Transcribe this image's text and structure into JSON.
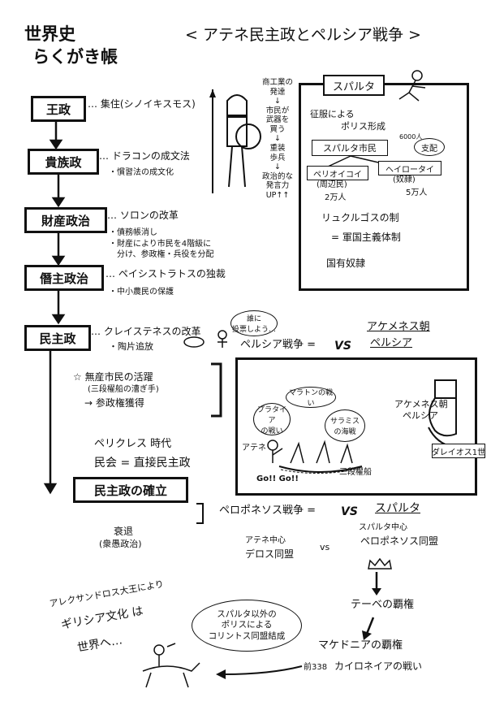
{
  "logo": {
    "line1": "世界史",
    "line2": "らくがき帳"
  },
  "page_title": "< アテネ民主政とペルシア戦争 >",
  "timeline": {
    "stages": [
      {
        "label": "王政",
        "desc": "… 集住(シノイキスモス)",
        "notes": []
      },
      {
        "label": "貴族政",
        "desc": "… ドラコンの成文法",
        "notes": [
          "・慣習法の成文化"
        ]
      },
      {
        "label": "財産政治",
        "desc": "… ソロンの改革",
        "notes": [
          "・債務帳消し",
          "・財産により市民を4階級に",
          "　分け、参政権・兵役を分配"
        ]
      },
      {
        "label": "僭主政治",
        "desc": "… ペイシストラトスの独裁",
        "notes": [
          "・中小農民の保護"
        ]
      },
      {
        "label": "民主政",
        "desc": "… クレイステネスの改革",
        "notes": [
          "・陶片追放"
        ]
      }
    ],
    "final_label": "民主政の確立"
  },
  "ostracism_bubble": "誰に\n投票しよう…",
  "hoplite_notes": [
    "商工業の",
    "発達",
    "↓",
    "市民が",
    "武器を",
    "買う",
    "↓",
    "重装",
    "歩兵",
    "↓",
    "政治的な",
    "発言力",
    "UP↑↑"
  ],
  "sparta": {
    "title": "スパルタ",
    "lines": [
      "征服による",
      "ポリス形成"
    ],
    "count_citizen": "6000人",
    "citizen": "スパルタ市民",
    "ruled": "支配",
    "perioikoi": "ペリオイコイ",
    "perioikoi_sub": "(周辺民)",
    "perioikoi_count": "2万人",
    "helot": "ヘイロータイ",
    "helot_sub": "(奴隷)",
    "helot_count": "5万人",
    "lycurgus": "リュクルゴスの制",
    "militarism": "= 軍国主義体制",
    "state_slaves": "国有奴隷"
  },
  "proletarian": {
    "line1": "☆ 無産市民の活躍",
    "line2": "(三段櫂船の漕ぎ手)",
    "line3": "→ 参政権獲得"
  },
  "pericles": {
    "line1": "ペリクレス 時代",
    "line2": "民会 = 直接民主政"
  },
  "decline": {
    "line1": "衰退",
    "line2": "(衆愚政治)"
  },
  "persian_war": {
    "label": "ペルシア戦争 =",
    "vs": "VS",
    "enemy_line1": "アケメネス朝",
    "enemy_line2": "ペルシア",
    "panel_label1": "アケメネス朝",
    "panel_label2": "ペルシア",
    "darius": "ダレイオス1世",
    "bubble_plataea": "プラタイア\nの戦い",
    "bubble_marathon": "マラトンの戦い",
    "bubble_salamis": "サラミス\nの海戦",
    "ship_label": "三段櫂船",
    "athens_label": "アテネ",
    "go": "Go!! Go!!"
  },
  "peloponnesian_war": {
    "label": "ペロポネソス戦争 =",
    "vs": "VS",
    "enemy": "スパルタ",
    "left1": "アテネ中心",
    "left2": "デロス同盟",
    "mid_vs": "vs",
    "right1": "スパルタ中心",
    "right2": "ペロポネソス同盟",
    "thebes": "テーベの覇権",
    "macedon": "マケドニアの覇権",
    "battle_year": "前338",
    "battle": "カイロネイアの戦い"
  },
  "corinth_bubble": "スパルタ以外の\nポリスによる\nコリントス同盟結成",
  "alexander": {
    "line1": "アレクサンドロス大王により",
    "line2": "ギリシア文化 は",
    "line3": "世界へ…"
  }
}
